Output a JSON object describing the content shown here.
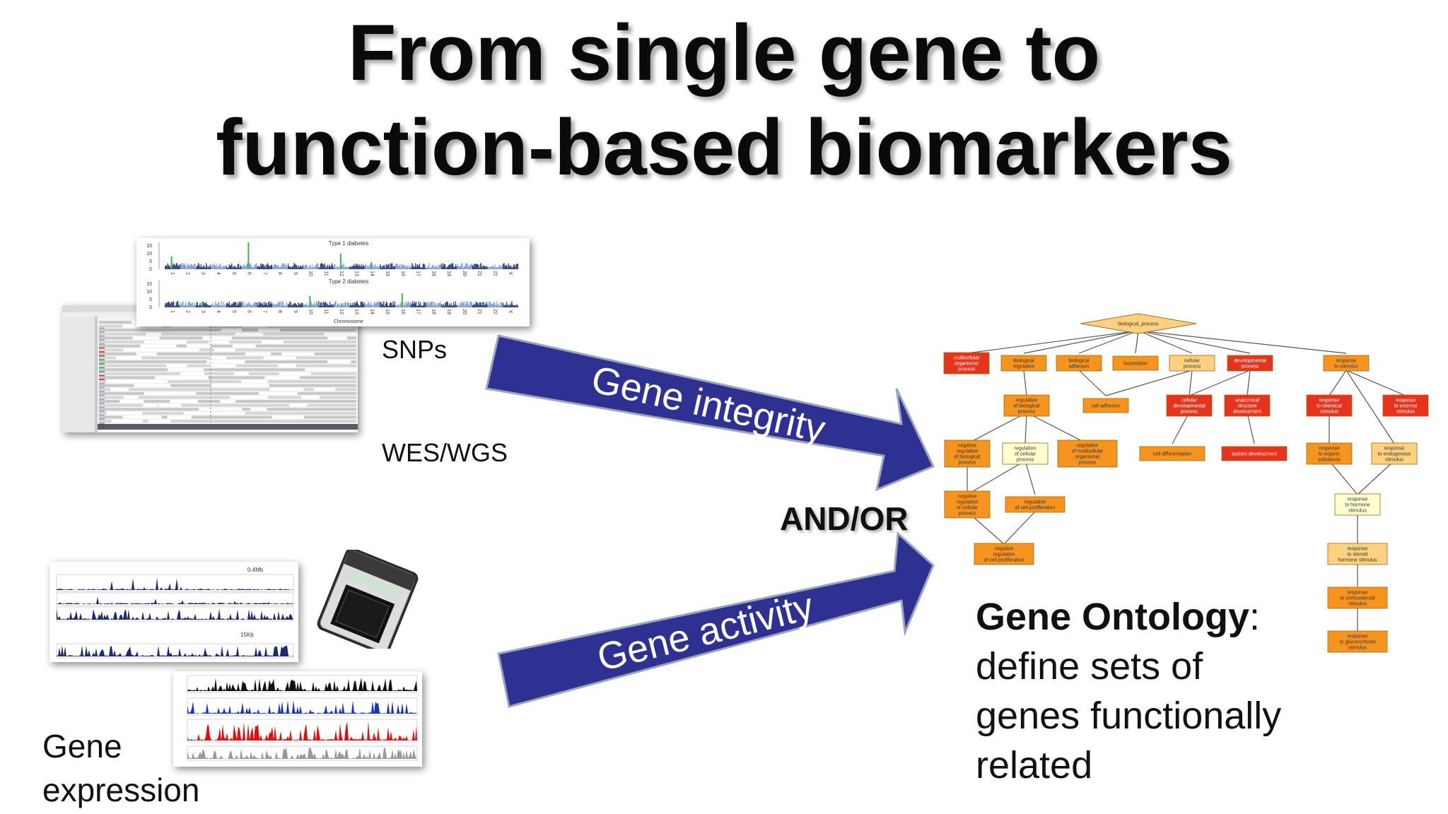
{
  "title": {
    "line1": "From single gene to",
    "line2": "function-based biomarkers"
  },
  "labels": {
    "snps": "SNPs",
    "wes_wgs": "WES/WGS",
    "gene_expression_line1": "Gene",
    "gene_expression_line2": "expression",
    "and_or": "AND/OR"
  },
  "arrows": {
    "top": "Gene integrity",
    "bottom": "Gene activity"
  },
  "caption": {
    "bold": "Gene Ontology",
    "colon": ":",
    "line2": "define sets of",
    "line3": "genes functionally",
    "line4": "related"
  },
  "manhattan": {
    "panel1_title": "Type 1 diabetes",
    "panel2_title": "Type 2 diabetes",
    "xlabel": "Chromosome",
    "yticks": [
      "15",
      "10",
      "5",
      "0"
    ],
    "chromosomes": [
      "1",
      "2",
      "3",
      "4",
      "5",
      "6",
      "7",
      "8",
      "9",
      "10",
      "11",
      "12",
      "13",
      "14",
      "15",
      "16",
      "17",
      "18",
      "19",
      "20",
      "21",
      "22",
      "X"
    ]
  },
  "tracks": {
    "label_a": "0.4Mb",
    "label_b": "15Kb"
  },
  "colors": {
    "arrow_fill": "#2e3192",
    "arrow_stroke": "#9aa7b8",
    "go_red": "#e8331c",
    "go_orange": "#f7941d",
    "go_light": "#fdd17f",
    "go_pale": "#ffffd0"
  },
  "go_nodes": [
    {
      "id": "bp",
      "lines": [
        "biological_process"
      ],
      "color": "light"
    },
    {
      "id": "mo",
      "lines": [
        "multicellular",
        "organismal",
        "process"
      ],
      "color": "red"
    },
    {
      "id": "br",
      "lines": [
        "biological",
        "regulation"
      ],
      "color": "orange"
    },
    {
      "id": "ba",
      "lines": [
        "biological",
        "adhesion"
      ],
      "color": "orange"
    },
    {
      "id": "lo",
      "lines": [
        "locomotion"
      ],
      "color": "orange"
    },
    {
      "id": "cp",
      "lines": [
        "cellular",
        "process"
      ],
      "color": "light"
    },
    {
      "id": "dp",
      "lines": [
        "developmental",
        "process"
      ],
      "color": "red"
    },
    {
      "id": "rs",
      "lines": [
        "response",
        "to stimulus"
      ],
      "color": "orange"
    },
    {
      "id": "rbp",
      "lines": [
        "regulation",
        "of biological",
        "process"
      ],
      "color": "orange"
    },
    {
      "id": "ca",
      "lines": [
        "cell adhesion"
      ],
      "color": "orange"
    },
    {
      "id": "cdp",
      "lines": [
        "cellular",
        "developmental",
        "process"
      ],
      "color": "red"
    },
    {
      "id": "asd",
      "lines": [
        "anatomical",
        "structure",
        "development"
      ],
      "color": "red"
    },
    {
      "id": "rcs",
      "lines": [
        "response",
        "to chemical",
        "stimulus"
      ],
      "color": "red"
    },
    {
      "id": "res",
      "lines": [
        "response",
        "to external",
        "stimulus"
      ],
      "color": "red"
    },
    {
      "id": "nrbp",
      "lines": [
        "negative",
        "regulation",
        "of biological",
        "process"
      ],
      "color": "orange"
    },
    {
      "id": "rcp",
      "lines": [
        "regulation",
        "of cellular",
        "process"
      ],
      "color": "pale"
    },
    {
      "id": "rmop",
      "lines": [
        "regulation",
        "of multicellular",
        "organismal",
        "process"
      ],
      "color": "orange"
    },
    {
      "id": "cd",
      "lines": [
        "cell differentiation"
      ],
      "color": "orange"
    },
    {
      "id": "sd",
      "lines": [
        "system development"
      ],
      "color": "red"
    },
    {
      "id": "ros",
      "lines": [
        "response",
        "to organic",
        "substance"
      ],
      "color": "orange"
    },
    {
      "id": "rens",
      "lines": [
        "response",
        "to endogenous",
        "stimulus"
      ],
      "color": "light"
    },
    {
      "id": "nrcp",
      "lines": [
        "negative",
        "regulation",
        "of cellular",
        "process"
      ],
      "color": "orange"
    },
    {
      "id": "rcpr",
      "lines": [
        "regulation",
        "of cell proliferation"
      ],
      "color": "orange"
    },
    {
      "id": "rhs",
      "lines": [
        "response",
        "to hormone",
        "stimulus"
      ],
      "color": "pale"
    },
    {
      "id": "nrcpr",
      "lines": [
        "negative",
        "regulation",
        "of cell proliferation"
      ],
      "color": "orange"
    },
    {
      "id": "rss",
      "lines": [
        "response",
        "to steroid",
        "hormone stimulus"
      ],
      "color": "light"
    },
    {
      "id": "rcos",
      "lines": [
        "response",
        "to corticosteroid",
        "stimulus"
      ],
      "color": "orange"
    },
    {
      "id": "rgs",
      "lines": [
        "response",
        "to glucocorticoid",
        "stimulus"
      ],
      "color": "orange"
    }
  ]
}
